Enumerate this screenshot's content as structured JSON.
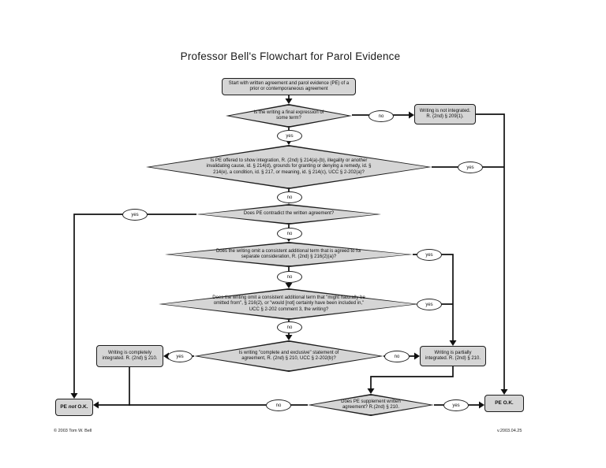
{
  "title": "Professor Bell's Flowchart for Parol Evidence",
  "labels": {
    "yes": "yes",
    "no": "no"
  },
  "nodes": {
    "start": "Start with written agreement and parol evidence (PE) of a prior or contemporaneous agreement",
    "final_expression": "Is the writing a final expression of some term?",
    "not_integrated": "Writing is not integrated. R. (2nd) § 209(1).",
    "offered_to_show": "Is PE offered to show integration, R. (2nd) § 214(a)-(b), illegality or another invalidating cause, id. § 214(d), grounds for granting or denying a remedy, id. § 214(e), a condition, id. § 217, or meaning, id. § 214(c), UCC § 2-202(a)?",
    "contradict": "Does PE contradict the written agreement?",
    "separate_consideration": "Does the writing omit a consistent additional term that is agreed to for separate consideration, R. (2nd) § 216(2)(a)?",
    "naturally_omitted": "Does the writing omit a consistent additional term that \"might naturally be omitted from\", § 216(2), or \"would [not] certainly have been included in,\" UCC § 2-202 comment 3, the writing?",
    "complete_exclusive": "Is writing \"complete and exclusive\" statement of agreement, R. (2nd) § 210, UCC § 2-202(b)?",
    "completely_integrated": "Writing is completely integrated. R. (2nd) § 210.",
    "partially_integrated": "Writing is partially integrated. R. (2nd) § 210.",
    "supplement": "Does PE supplement written agreement? R.(2nd) § 210.",
    "pe_not_ok": {
      "pre": "PE ",
      "emph": "not",
      "post": " O.K."
    },
    "pe_ok": "PE O.K."
  },
  "footer": {
    "copyright": "© 2003 Tom W. Bell",
    "version": "v.2003.04.25"
  },
  "colors": {
    "node_fill": "#d5d5d5",
    "node_border": "#1d1d1d",
    "line": "#111111",
    "background": "#ffffff"
  }
}
